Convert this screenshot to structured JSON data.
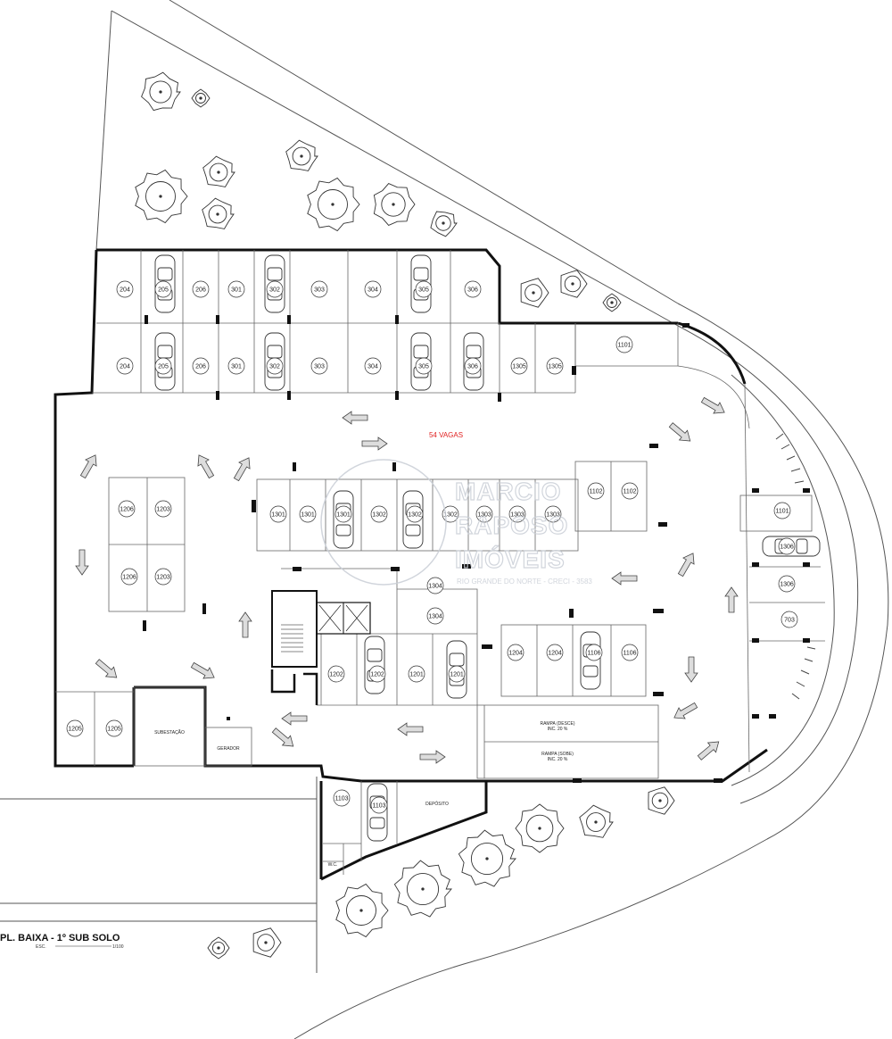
{
  "title": "PL. BAIXA - 1º SUB SOLO",
  "scale_left": "ESC.",
  "scale_right": "1/100",
  "total_spaces": "54 VAGAS",
  "watermark": {
    "line1": "MARCIO",
    "line2": "RAPOSO",
    "line3": "IMÓVEIS",
    "sub": "RIO GRANDE DO NORTE - CRECI - 3583"
  },
  "rooms": {
    "substation": "SUBESTAÇÃO",
    "generator": "GERADOR",
    "storage": "DEPÓSITO",
    "entrance_ramp": "RAMPA (DESCE)",
    "exit_ramp": "RAMPA (SOBE)",
    "ramp_slope_1": "INC. 20 %",
    "ramp_slope_2": "INC. 20 %",
    "small_room": "W.C."
  },
  "spaces": {
    "top_row_1": [
      "204",
      "205",
      "206",
      "301",
      "302",
      "303",
      "304",
      "305",
      "306"
    ],
    "top_row_2": [
      "204",
      "205",
      "206",
      "301",
      "302",
      "303",
      "304",
      "305",
      "306",
      "1305",
      "1305"
    ],
    "top_right": "1101",
    "center_row": [
      "1301",
      "1301",
      "1301",
      "1302",
      "1302",
      "1302",
      "1303",
      "1303",
      "1303"
    ],
    "center_right": [
      "1102",
      "1102"
    ],
    "left_block": [
      "1206",
      "1203",
      "1206",
      "1203"
    ],
    "right_column": [
      "1101",
      "1306",
      "1306",
      "703"
    ],
    "mid_1304": [
      "1304",
      "1304"
    ],
    "lower_row": [
      "1202",
      "1202",
      "1201",
      "1201"
    ],
    "lower_right": [
      "1204",
      "1204",
      "1106",
      "1106"
    ],
    "bottom_left": [
      "1205",
      "1205"
    ],
    "bottom_gate": [
      "1103",
      "1103"
    ]
  },
  "colors": {
    "lines": "#222222",
    "accent": "#e02020",
    "watermark": "#c9ced6"
  }
}
